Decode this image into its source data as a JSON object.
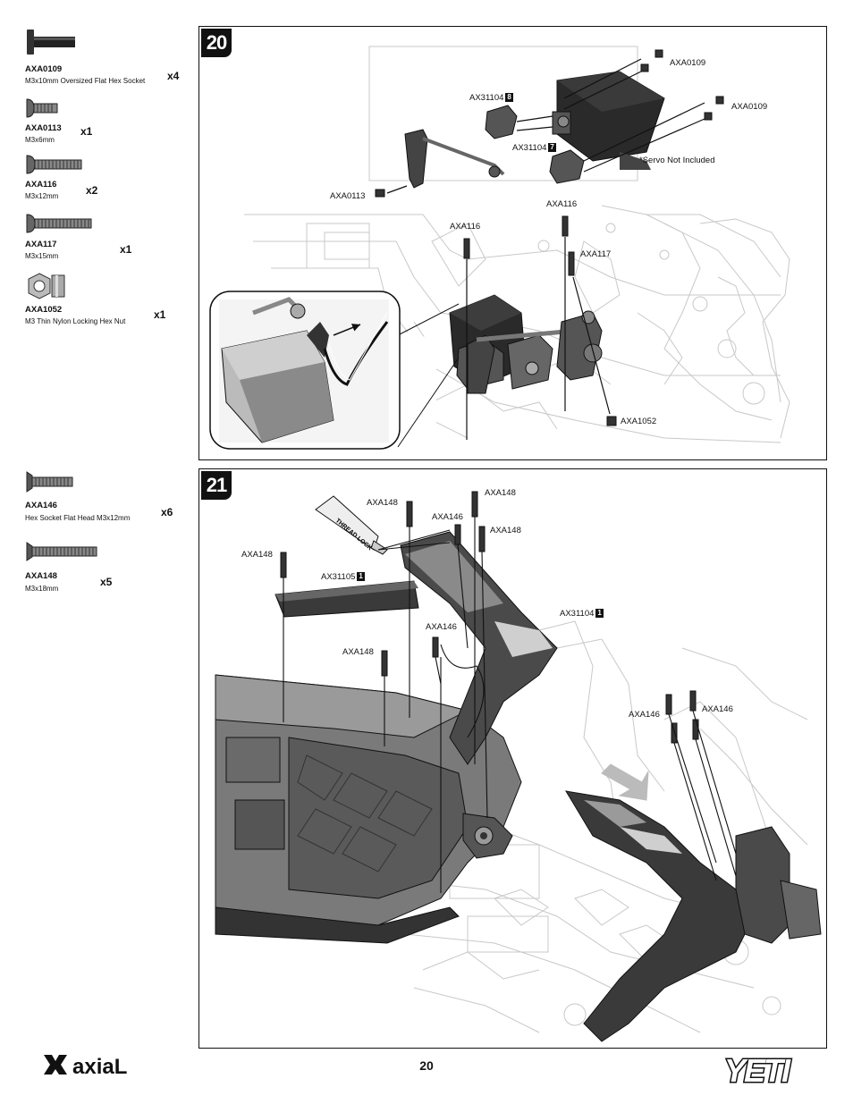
{
  "page_number": "20",
  "brand": "axiaL",
  "product_logo": "YETI",
  "step20": {
    "number": "20",
    "parts": [
      {
        "code": "AXA0109",
        "desc": "M3x10mm Oversized Flat Hex Socket",
        "qty": "x4"
      },
      {
        "code": "AXA0113",
        "desc": "M3x6mm",
        "qty": "x1"
      },
      {
        "code": "AXA116",
        "desc": "M3x12mm",
        "qty": "x2"
      },
      {
        "code": "AXA117",
        "desc": "M3x15mm",
        "qty": "x1"
      },
      {
        "code": "AXA1052",
        "desc": "M3 Thin Nylon Locking Hex Nut",
        "qty": "x1"
      }
    ],
    "labels": {
      "axa0109_top": "AXA0109",
      "axa0109_right": "AXA0109",
      "ax31104_8": "AX31104",
      "ax31104_8_tag": "8",
      "ax31104_7": "AX31104",
      "ax31104_7_tag": "7",
      "servo_note": "*Servo Not Included",
      "axa0113": "AXA0113",
      "axa116_a": "AXA116",
      "axa116_b": "AXA116",
      "axa117": "AXA117",
      "axa1052": "AXA1052"
    }
  },
  "step21": {
    "number": "21",
    "parts": [
      {
        "code": "AXA146",
        "desc": "Hex Socket Flat Head M3x12mm",
        "qty": "x6"
      },
      {
        "code": "AXA148",
        "desc": "M3x18mm",
        "qty": "x5"
      }
    ],
    "labels": {
      "axa148_a": "AXA148",
      "axa148_b": "AXA148",
      "axa148_c": "AXA148",
      "axa148_d": "AXA148",
      "axa148_e": "AXA148",
      "axa146_a": "AXA146",
      "axa146_b": "AXA146",
      "axa146_c": "AXA146",
      "axa146_d": "AXA146",
      "ax31105": "AX31105",
      "ax31105_tag": "1",
      "ax31104": "AX31104",
      "ax31104_tag": "1",
      "threadlock": "THREAD LOCK"
    }
  }
}
